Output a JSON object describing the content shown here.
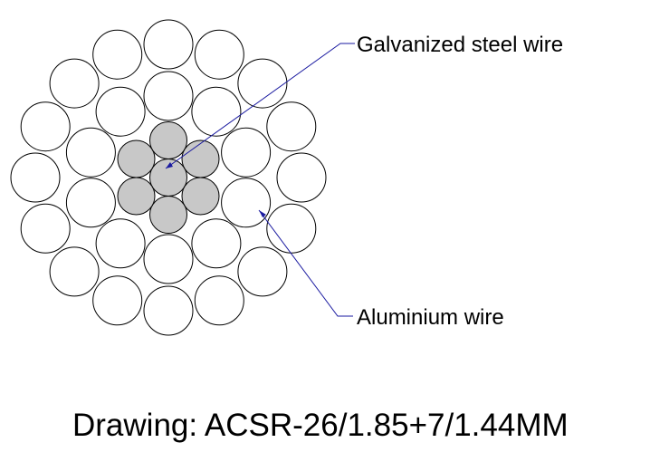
{
  "labels": {
    "steel": "Galvanized steel wire",
    "aluminium": "Aluminium wire",
    "caption": "Drawing: ACSR-26/1.85+7/1.44MM"
  },
  "colors": {
    "steel_fill": "#c8c8c8",
    "aluminium_fill": "#ffffff",
    "wire_stroke": "#000000",
    "leader_line": "#1a1aa0",
    "text": "#000000"
  },
  "strands": {
    "steel_count": 7,
    "aluminium_inner_count": 10,
    "aluminium_outer_count": 16
  }
}
